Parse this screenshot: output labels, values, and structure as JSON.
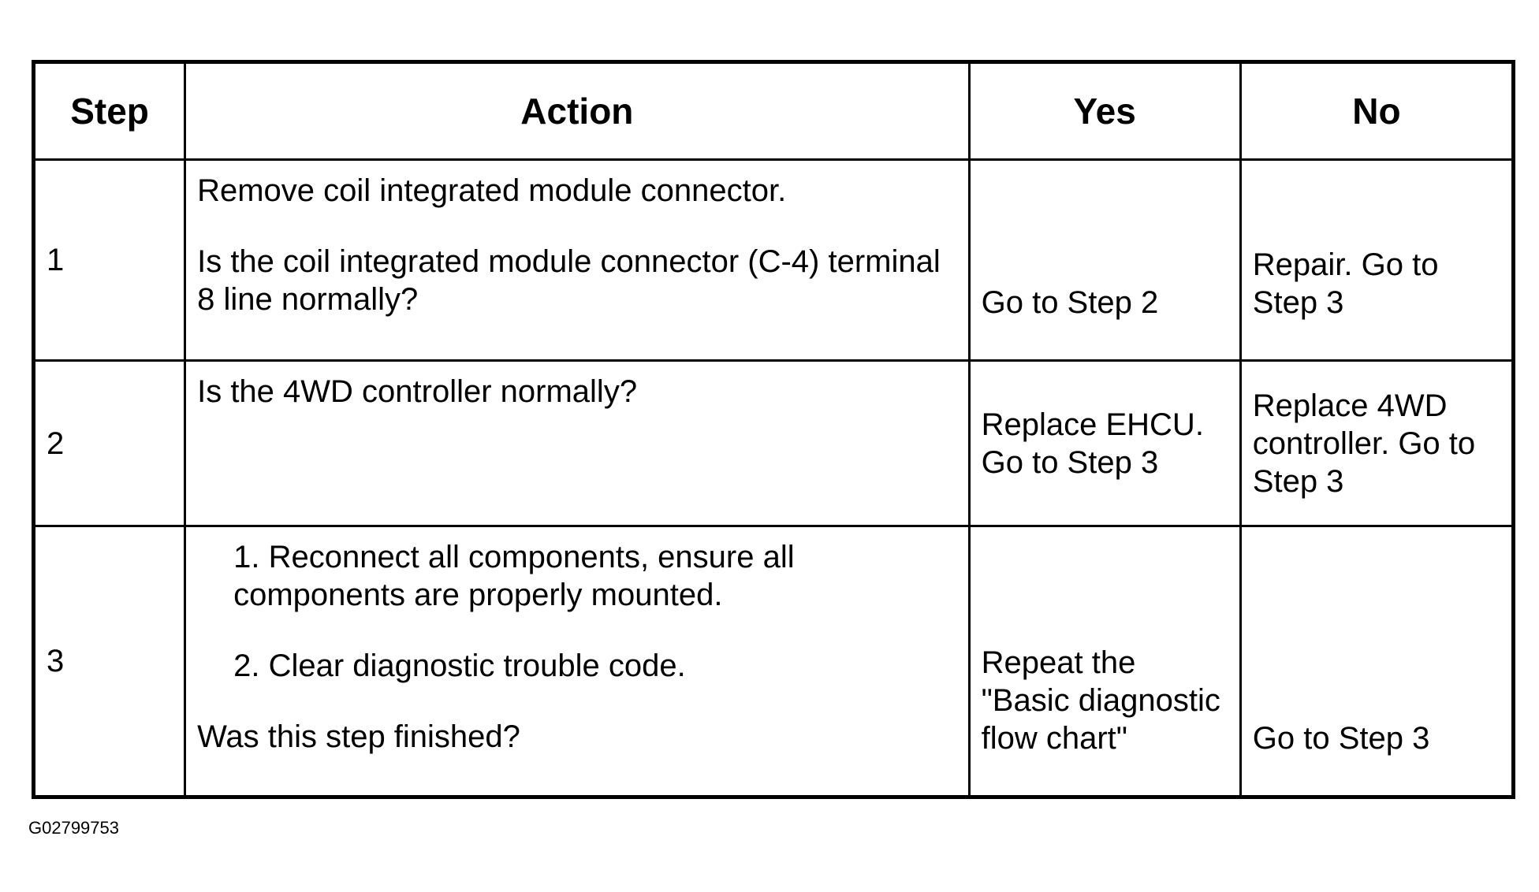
{
  "table": {
    "headers": [
      "Step",
      "Action",
      "Yes",
      "No"
    ],
    "rows": [
      {
        "step": "1",
        "action": {
          "line1": "Remove coil integrated module connector.",
          "line2": "Is the coil integrated module connector (C-4) terminal 8 line normally?"
        },
        "yes": "Go to Step 2",
        "no": "Repair. Go to Step 3"
      },
      {
        "step": "2",
        "action": {
          "line1": "Is the 4WD controller normally?"
        },
        "yes": "Replace EHCU. Go to Step 3",
        "no": "Replace 4WD controller. Go to Step 3"
      },
      {
        "step": "3",
        "action": {
          "item1": "1. Reconnect all components, ensure all components are properly mounted.",
          "item2": "2. Clear diagnostic trouble code.",
          "question": "Was this step finished?"
        },
        "yes": "Repeat the \"Basic diagnostic flow chart\"",
        "no": "Go to Step 3"
      }
    ]
  },
  "figure_id": "G02799753"
}
